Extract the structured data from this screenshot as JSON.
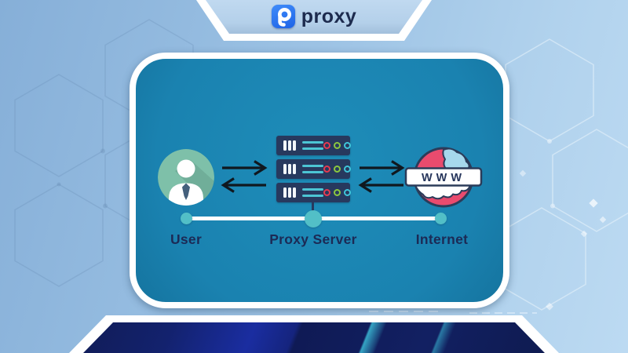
{
  "brand": {
    "icon": "nine-proxy-logo",
    "name": "proxy"
  },
  "panel": {
    "nodes": [
      {
        "id": "user",
        "label": "User",
        "icon": "user-avatar-icon"
      },
      {
        "id": "proxy_server",
        "label": "Proxy Server",
        "icon": "server-stack-icon"
      },
      {
        "id": "internet",
        "label": "Internet",
        "icon": "globe-www-icon"
      }
    ],
    "globe_text": "WWW",
    "arrows": [
      {
        "between": "user-proxy_server",
        "direction": "bidirectional"
      },
      {
        "between": "proxy_server-internet",
        "direction": "bidirectional"
      }
    ]
  },
  "colors": {
    "background_blue": "#9cc2e4",
    "panel_teal": "#1b86b4",
    "footer_navy": "#13226e",
    "avatar_green": "#7ec0a9",
    "tie_navy": "#44607c",
    "globe_red": "#e94b6e",
    "globe_continent_blue": "#a6d8ec",
    "server_navy": "#27395e",
    "led_red": "#e63a50",
    "led_green": "#8bc83f",
    "led_cyan": "#3fc6da",
    "timeline_dot_teal": "#52bfc7",
    "label_navy": "#1c2a55",
    "logo_blue": "#2e7bf0",
    "arrow_black": "#10181f"
  }
}
